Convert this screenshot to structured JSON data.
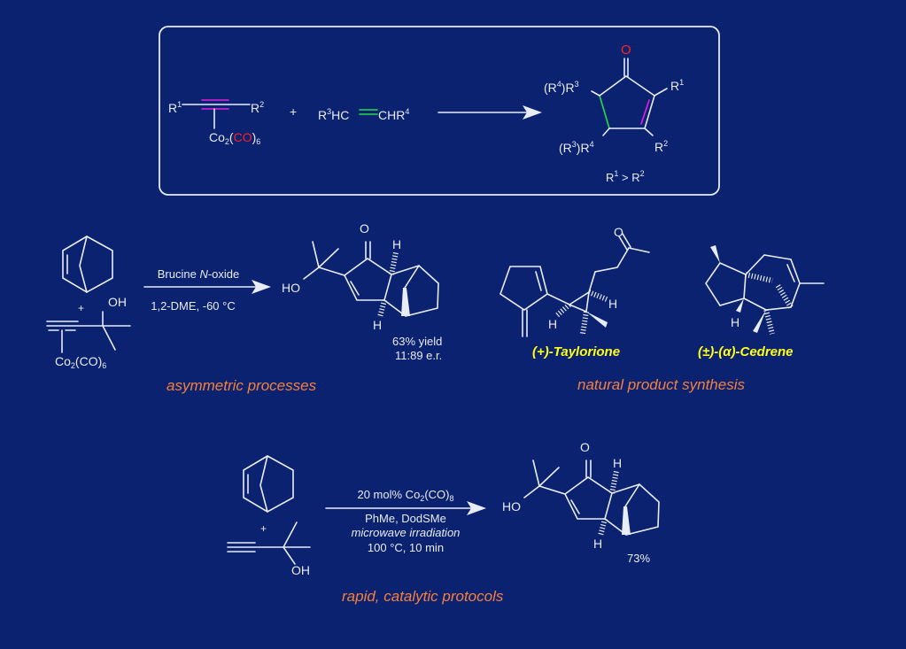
{
  "colors": {
    "background": "#0b2270",
    "text": "#e8ecf4",
    "alkyne_highlight": "#e020e0",
    "alkene_highlight": "#22dd44",
    "carbonyl": "#ff2020",
    "category": "#f5803e",
    "natural_product": "#ffff1a"
  },
  "general_scheme": {
    "alkyne_r1": [
      [
        "R",
        ""
      ],
      [
        "1",
        "sup"
      ]
    ],
    "alkyne_r2": [
      [
        "R",
        ""
      ],
      [
        "2",
        "sup"
      ]
    ],
    "cobalt_complex": [
      [
        "Co",
        ""
      ],
      [
        "2",
        "sub"
      ],
      [
        "(",
        ""
      ],
      [
        "CO",
        "red"
      ],
      [
        ")",
        ""
      ],
      [
        "6",
        "sub"
      ]
    ],
    "plus": "+",
    "alkene_left": [
      [
        "R",
        ""
      ],
      [
        "3",
        "sup"
      ],
      [
        "HC",
        ""
      ]
    ],
    "alkene_right": [
      [
        "CHR",
        ""
      ],
      [
        "4",
        "sup"
      ]
    ],
    "product_oxygen": "O",
    "product_r3": [
      [
        "(R",
        ""
      ],
      [
        "4",
        "sup"
      ],
      [
        ")R",
        ""
      ],
      [
        "3",
        "sup"
      ]
    ],
    "product_r1": [
      [
        "R",
        ""
      ],
      [
        "1",
        "sup"
      ]
    ],
    "product_r4": [
      [
        "(R",
        ""
      ],
      [
        "3",
        "sup"
      ],
      [
        ")R",
        ""
      ],
      [
        "4",
        "sup"
      ]
    ],
    "product_r2": [
      [
        "R",
        ""
      ],
      [
        "2",
        "sup"
      ]
    ],
    "selectivity_note": [
      [
        "R",
        ""
      ],
      [
        "1",
        "sup"
      ],
      [
        " > R",
        ""
      ],
      [
        "2",
        "sup"
      ]
    ]
  },
  "asymmetric": {
    "plus": "+",
    "reagent_oh": "OH",
    "cobalt_complex": [
      [
        "Co",
        ""
      ],
      [
        "2",
        "sub"
      ],
      [
        "(CO)",
        ""
      ],
      [
        "6",
        "sub"
      ]
    ],
    "condition_top": [
      [
        "Brucine ",
        ""
      ],
      [
        "N",
        "it"
      ],
      [
        "-oxide",
        ""
      ]
    ],
    "condition_bottom": "1,2-DME, -60 °C",
    "product_ho": "HO",
    "product_o": "O",
    "product_h_top": "H",
    "product_h_bottom": "H",
    "yield": "63% yield",
    "er": "11:89 e.r.",
    "category": "asymmetric processes"
  },
  "natural_products": {
    "taylorione_o": "O",
    "taylorione_h1": "H",
    "taylorione_h2": "H",
    "taylorione_name": "(+)-Taylorione",
    "cedrene_h": "H",
    "cedrene_name": "(±)-(α)-Cedrene",
    "category": "natural product synthesis"
  },
  "catalytic": {
    "plus": "+",
    "reagent_oh": "OH",
    "condition_1": [
      [
        "20 mol% Co",
        ""
      ],
      [
        "2",
        "sub"
      ],
      [
        "(CO)",
        ""
      ],
      [
        "8",
        "sub"
      ]
    ],
    "condition_2": "PhMe, DodSMe",
    "condition_3": "microwave irradiation",
    "condition_4": "100 °C, 10 min",
    "product_ho": "HO",
    "product_o": "O",
    "product_h_top": "H",
    "product_h_bottom": "H",
    "yield": "73%",
    "category": "rapid, catalytic protocols"
  }
}
